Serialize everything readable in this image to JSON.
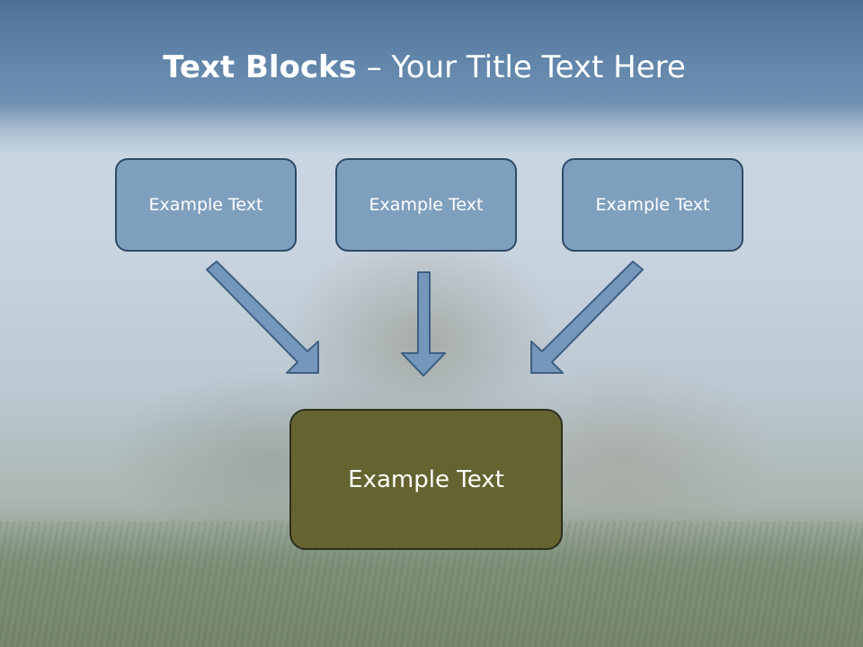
{
  "slide": {
    "title_bold": "Text Blocks",
    "title_dash": " – ",
    "title_rest": "Your Title Text Here"
  },
  "blocks": {
    "left": "Example Text",
    "center": "Example Text",
    "right": "Example Text",
    "result": "Example Text"
  },
  "colors": {
    "top_box_fill": "#7f9fbe",
    "top_box_border": "#2d4a66",
    "result_box_fill": "#656431",
    "arrow_fill": "#7597bb",
    "arrow_border": "#3f5f82"
  }
}
